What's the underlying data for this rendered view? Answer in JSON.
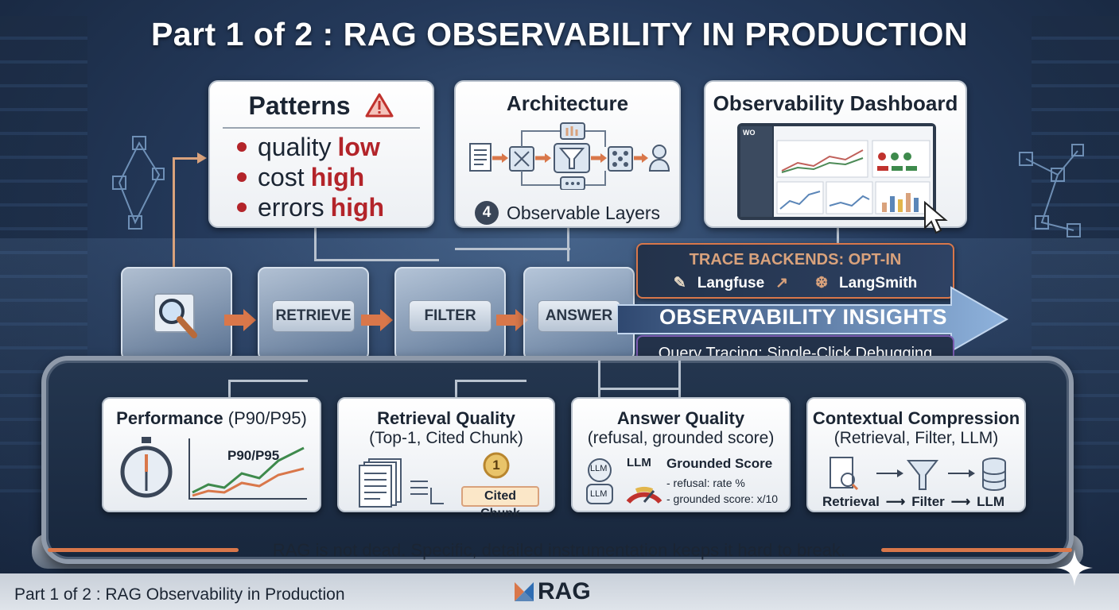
{
  "title": "Part 1 of 2 : RAG OBSERVABILITY IN PRODUCTION",
  "patterns": {
    "title": "Patterns",
    "items": [
      {
        "label": "quality",
        "level": "low"
      },
      {
        "label": "cost",
        "level": "high"
      },
      {
        "label": "errors",
        "level": "high"
      }
    ]
  },
  "architecture": {
    "title": "Architecture",
    "layers_number": "4",
    "layers_label": "Observable Layers"
  },
  "dashboard": {
    "title": "Observability Dashboard",
    "mini_logo": "WO"
  },
  "pipeline": {
    "stages": [
      "RETRIEVE",
      "FILTER",
      "ANSWER"
    ]
  },
  "trace": {
    "header": "TRACE BACKENDS: OPT-IN",
    "backend1": "Langfuse",
    "backend2": "LangSmith",
    "insights": "OBSERVABILITY INSIGHTS",
    "tracing": "Query Tracing: Single-Click Debugging"
  },
  "metrics": {
    "performance": {
      "title": "Performance",
      "subtitle": "(P90/P95)",
      "chart_label": "P90/P95"
    },
    "retrieval": {
      "title": "Retrieval Quality",
      "subtitle": "(Top-1, Cited Chunk)",
      "badge": "1",
      "chip": "Cited Chunk"
    },
    "answer": {
      "title": "Answer Quality",
      "subtitle": "(refusal, grounded score)",
      "llm_top": "LLM",
      "llm_a": "LLM",
      "llm_b": "LLM",
      "score_title": "Grounded Score",
      "line1": "- refusal: rate %",
      "line2": "- grounded score: x/10"
    },
    "compression": {
      "title": "Contextual Compression",
      "subtitle": "(Retrieval, Filter, LLM)",
      "step1": "Retrieval",
      "step2": "Filter",
      "step3": "LLM"
    }
  },
  "tagline": "RAG is not dead. Specific, detailed instrumentation keeps it hard to break.",
  "footer": "Part 1 of 2 : RAG Observability in Production",
  "logo": "RAG",
  "colors": {
    "accent_red": "#b3242a",
    "arrow_orange": "#d9774a",
    "banner_blue": "#5b86b8"
  }
}
